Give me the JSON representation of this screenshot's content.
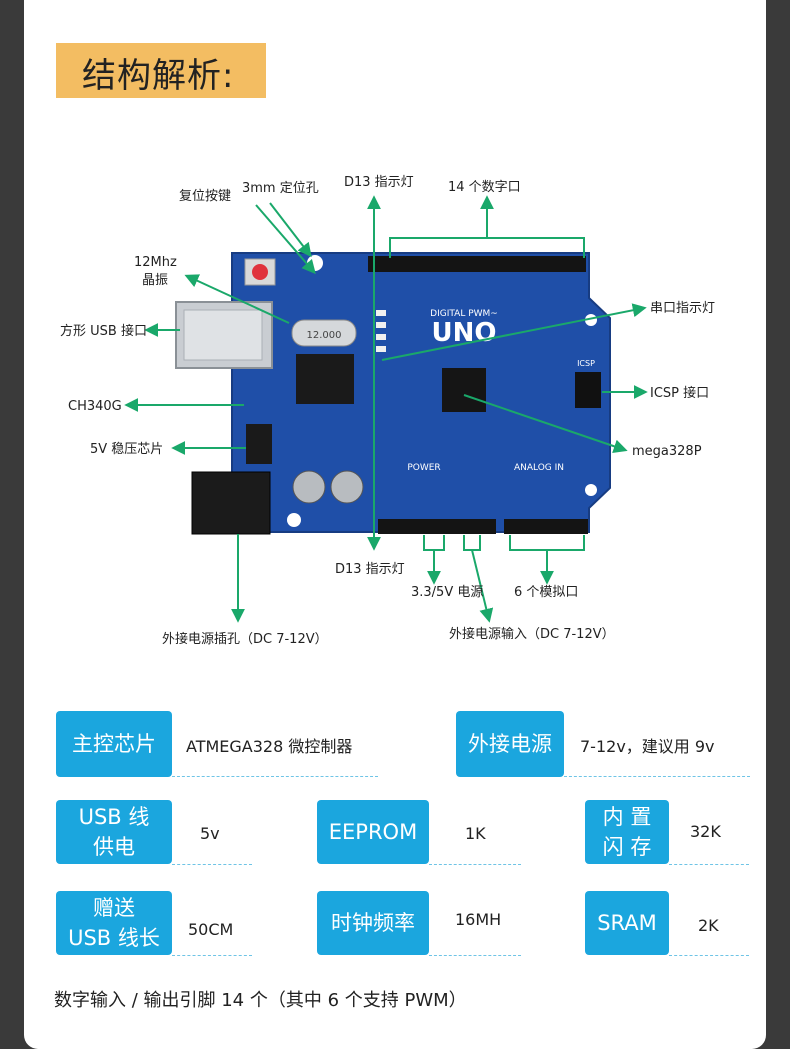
{
  "section_title": "结构解析:",
  "labels": {
    "reset_button": "复位按键",
    "positioning_hole": "3mm 定位孔",
    "d13_led_top": "D13 指示灯",
    "digital_ports": "14 个数字口",
    "crystal_line1": "12Mhz",
    "crystal_line2": "晶振",
    "usb_port": "方形 USB 接口",
    "serial_led": "串口指示灯",
    "ch340g": "CH340G",
    "icsp": "ICSP 接口",
    "regulator": "5V 稳压芯片",
    "mcu": "mega328P",
    "d13_led_bottom": "D13 指示灯",
    "power_pins": "3.3/5V 电源",
    "analog_ports": "6 个模拟口",
    "dc_jack": "外接电源插孔（DC 7-12V）",
    "vin_input": "外接电源输入（DC 7-12V）"
  },
  "board": {
    "logo": "UNO",
    "digital_pwm": "DIGITAL PWM~",
    "power_label": "POWER",
    "analog_label": "ANALOG IN",
    "icsp_label": "ICSP",
    "crystal_text": "12.000"
  },
  "specs": {
    "chip_label": "主控芯片",
    "chip_value": "ATMEGA328 微控制器",
    "ext_power_label": "外接电源",
    "ext_power_value": "7-12v，建议用 9v",
    "usb_power_label": "USB 线\n供电",
    "usb_power_value": "5v",
    "eeprom_label": "EEPROM",
    "eeprom_value": "1K",
    "internal_label": "内 置\n闪 存",
    "internal_value": "32K",
    "gift_label": "赠送\nUSB 线长",
    "gift_value": "50CM",
    "clock_label": "时钟频率",
    "clock_value": "16MH",
    "sram_label": "SRAM",
    "sram_value": "2K"
  },
  "footer": "数字输入 / 输出引脚 14 个（其中 6 个支持 PWM）",
  "colors": {
    "accent_blue": "#1ba6de",
    "title_bg": "#f3bd62",
    "arrow_green": "#1aa86a",
    "board_blue": "#1f4fa8"
  }
}
